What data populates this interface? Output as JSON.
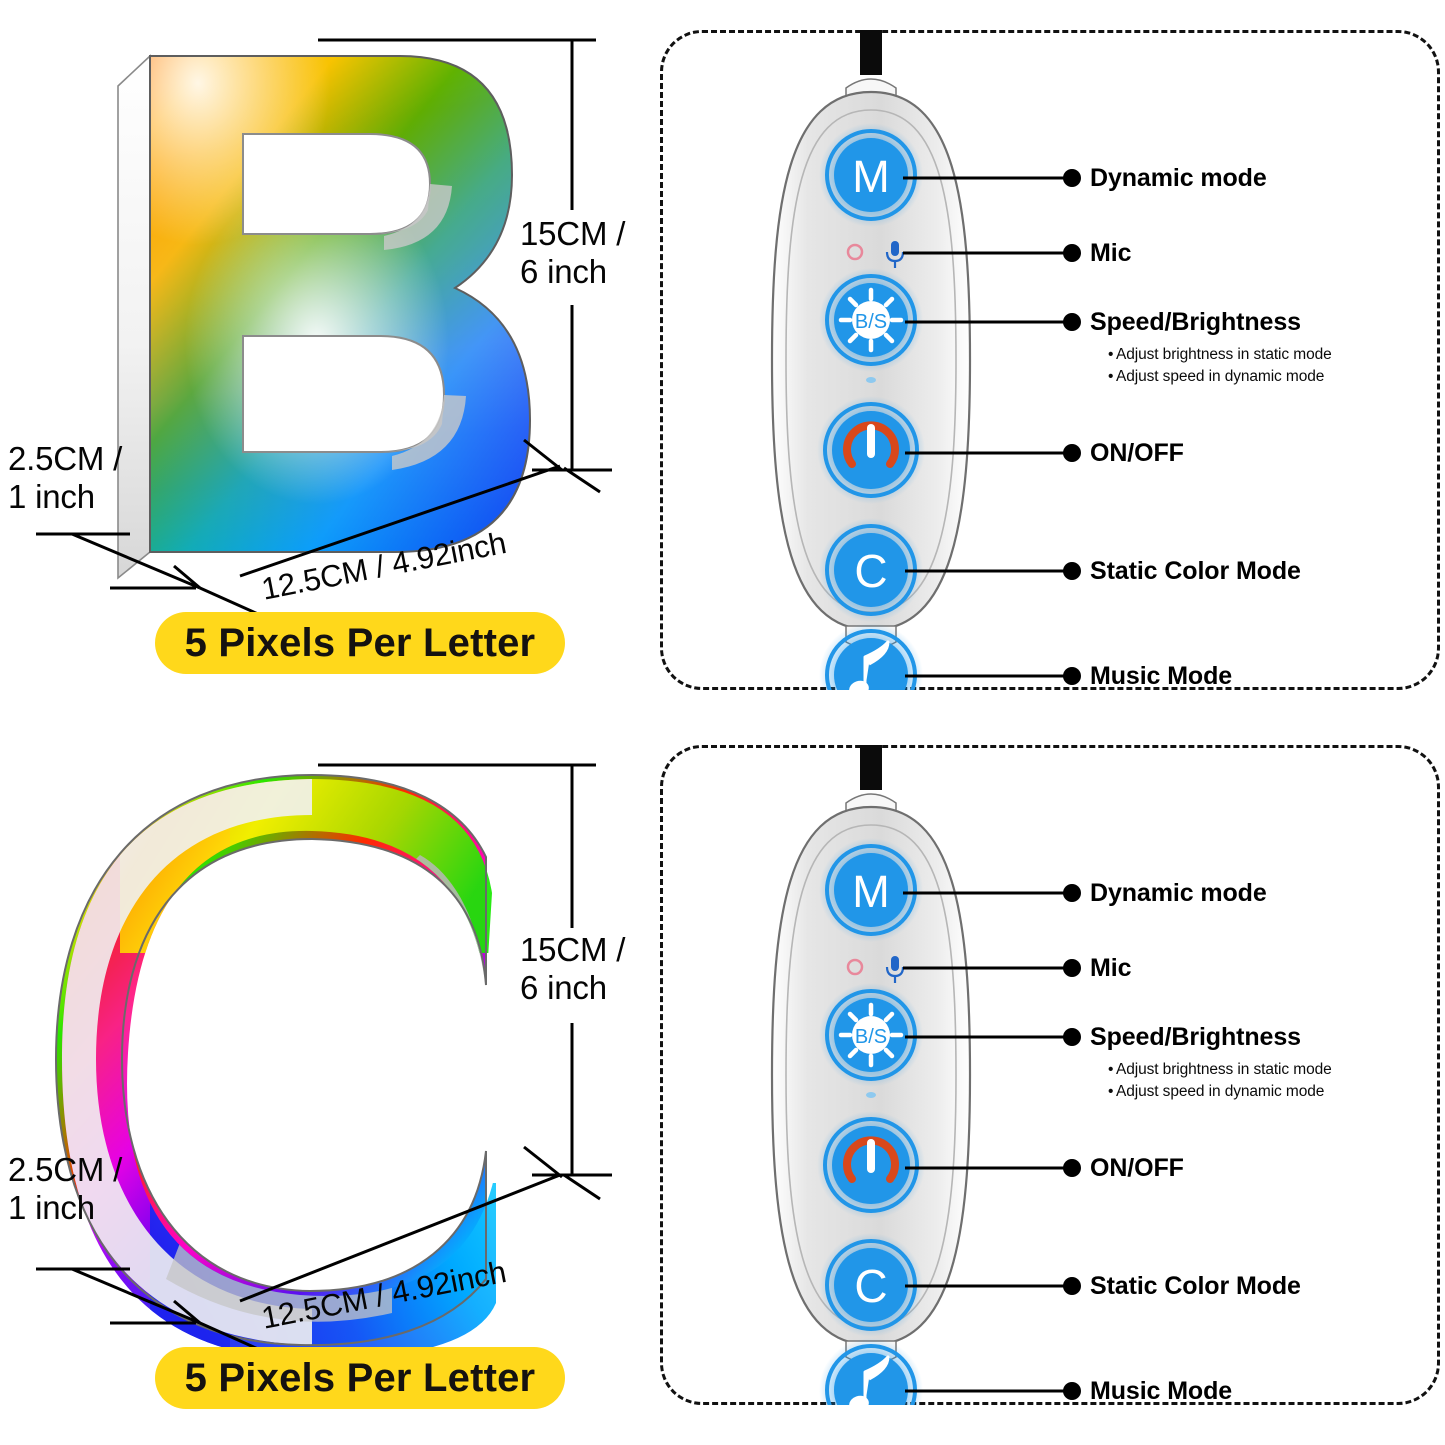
{
  "panels": [
    {
      "id": "top",
      "letter": "B",
      "dimensions": {
        "height": "15CM /\n6 inch",
        "depth": "2.5CM /\n1 inch",
        "width": "12.5CM / 4.92inch"
      },
      "badge": "5 Pixels Per Letter"
    },
    {
      "id": "bottom",
      "letter": "C",
      "dimensions": {
        "height": "15CM /\n6 inch",
        "depth": "2.5CM /\n1 inch",
        "width": "12.5CM / 4.92inch"
      },
      "badge": "5 Pixels Per Letter"
    }
  ],
  "controller": {
    "buttons": [
      {
        "icon": "m-letter-icon",
        "glyph": "M",
        "label": "Dynamic mode"
      },
      {
        "icon": "microphone-icon",
        "glyph": "",
        "label": "Mic"
      },
      {
        "icon": "brightness-speed-icon",
        "glyph": "B/S",
        "label": "Speed/Brightness"
      },
      {
        "icon": "power-icon",
        "glyph": "",
        "label": "ON/OFF"
      },
      {
        "icon": "c-letter-icon",
        "glyph": "C",
        "label": "Static Color Mode"
      },
      {
        "icon": "music-note-icon",
        "glyph": "",
        "label": "Music Mode"
      }
    ],
    "sub_notes": [
      "Adjust brightness in static mode",
      "Adjust speed in dynamic mode"
    ]
  },
  "colors": {
    "badge_yellow": "#FFD81B",
    "button_blue": "#2196E8",
    "power_orange": "#D9481B",
    "mic_led_pink": "#E8889B",
    "text_black": "#000000",
    "body_gray": "#DCDCDC"
  }
}
